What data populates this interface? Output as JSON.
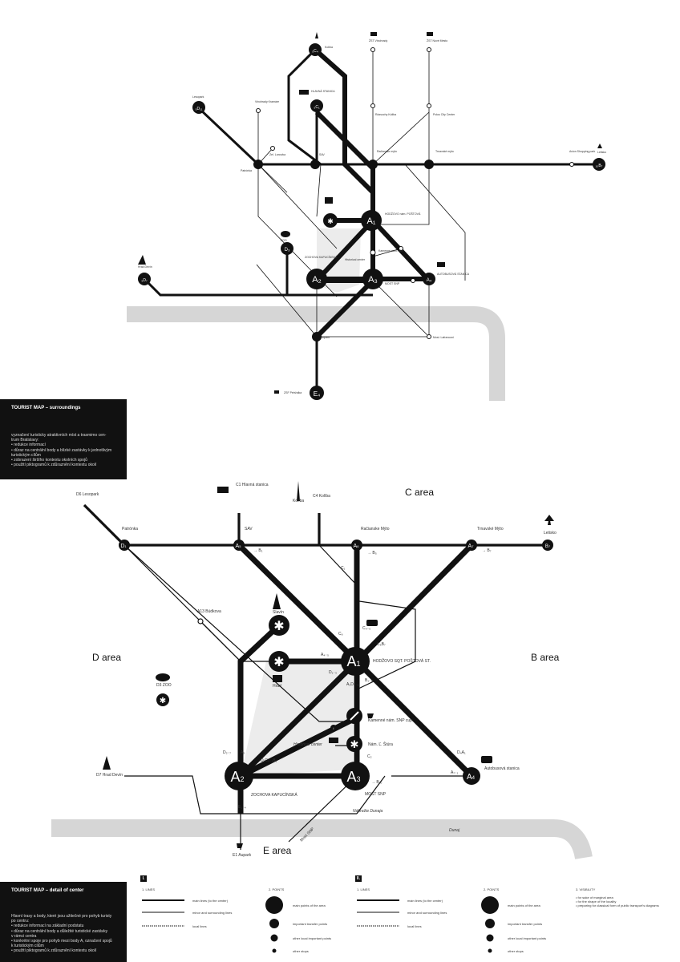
{
  "top_map": {
    "labels": {
      "c4": "Kolíba",
      "d11": "Lesopark",
      "c1_top": "HLAVNÁ STANICA",
      "wine": "Vinohrady Kramáre",
      "cable": "Zel. Lanovka",
      "patronka": "Patrónka",
      "sav": "SAV",
      "ra": "Račianske mýto",
      "tr": "Trnavské mýto",
      "b7": "Letisko",
      "d9": "ZOO",
      "d7": "Hrad Devín",
      "a1": "HODŽOVO nám. POŠTOVÁ",
      "a2": "ZOCHOVA KAPUCÍNSKÁ",
      "a3": "MOST SNP",
      "a4": "AUTOBUSOVÁ STANICA",
      "hist": "Historical center",
      "kam": "Kamenné nám. SNP",
      "e1": "Aupark",
      "e4": "ZSF Petržalka",
      "c6_top": "ŽST Vinohrady",
      "c5_top": "ŽST Nové Mesto",
      "c2": "Rázsochy Koliba",
      "c3": "Polus City Center",
      "e3": "Most. Lafranconi",
      "b4": "Avion Shopping park"
    }
  },
  "panel1": {
    "title": "TOURIST MAP – surroundings",
    "lines": [
      "vyznačení turisticky atraktivních míst a trasmimo cen-",
      "trum Bratislavy:",
      "• redukce informací",
      "• důraz na centrální body a blízké zastávky k jednotlivým",
      "  turistickým cílům",
      "• zobrazení širšího kontextu okolních spojů",
      "• použití piktogramů k zdůraznění kontextu okolí"
    ]
  },
  "panel2": {
    "title": "TOURIST MAP – detail of center",
    "lines": [
      "Hlavní trasy a body, které jsou užitečné pro pohyb turisty",
      "po centru:",
      "• redukce informací na základní podstatu",
      "• důraz na centrální body a důležité turistické zastávky",
      "  v rámci centra",
      "• konkrétní spoje pro pohyb mezi body A, označení spojů",
      "  k turistickým cílům",
      "• použití piktogramů k zdůraznění kontextu okolí"
    ]
  },
  "bottom_map": {
    "areas": {
      "c": "C area",
      "d": "D area",
      "b": "B area",
      "e": "E area"
    },
    "stations": {
      "a1": "A",
      "a2": "A",
      "a3": "A",
      "a4": "A",
      "a5": "A",
      "a6": "A",
      "a7": "A",
      "d1": "D",
      "b7": "B",
      "sub1": "1",
      "sub2": "2",
      "sub3": "3",
      "sub4": "4",
      "sub5": "5",
      "sub6": "6",
      "sub7": "7",
      "subB7": "7"
    },
    "labels": {
      "d6": "D6 Lesopark",
      "patronka": "Patrónka",
      "sav": "SAV",
      "ra": "Račianske Mýto",
      "tr": "Trnavské Mýto",
      "let": "Letisko",
      "c1": "C1 Hlavná stanica",
      "kolib": "C4 Kolíba",
      "kolib2": "Kolíba",
      "slavin": "Slavín",
      "a13": "A13 Búdkova",
      "zoo": "D3 ZOO",
      "hrad": "Hrad",
      "hist": "Historical center",
      "a1": "HODŽOVO SQT. POŠTOVÁ ST.",
      "a2": "ZOCHOVA KAPUCÍNSKÁ",
      "a3": "MOST SNP",
      "kam": "Kamenné nám. SNP cup",
      "nam": "Nám. Ľ. Štúra",
      "auto": "Autobusová stanica",
      "devin": "D7 Hrad Devín",
      "aupark": "E1 Aupark",
      "nab": "Nábrežie Dunaja",
      "dunaj": "Dunaj",
      "most": "Most SNP",
      "b1": "→ B₁",
      "b5": "→ B₅",
      "b7r": "→ B₇",
      "b10": "→ B₁₀",
      "cc": "C₁",
      "e2": "E₁₋₄",
      "a5l": "A₅",
      "c6": "C₄₋₆",
      "a4l": "A₄₋₅",
      "d13": "D₁₋₃",
      "d2": "D₂₋₇",
      "a1d": "A₂D₅₋₆",
      "cd": "C₆B₇",
      "bb": "B₁₋₅",
      "c5": "C₆",
      "d1m": "D₁C₆₋₁B₁",
      "d4": "D₄A₁",
      "c2": "C₂",
      "a7": "A₇₋₁"
    }
  },
  "legend": {
    "sec1": "I.",
    "sec2": "II.",
    "h_lines": "1. LINES",
    "h_points": "2. POINTS",
    "h_vis": "3. VISIBILITY",
    "l1": "main lines (to the center)",
    "l2": "minor and surrounding lines",
    "l3": "local lines",
    "p1": "main points of the area",
    "p2": "important transfer points",
    "p3": "other local important points",
    "p4": "other stops",
    "v1": "• for sake of marginal area",
    "v2": "• for the shape of the locality",
    "v3": "• preparing for classical form of public transport's diagrams"
  },
  "colors": {
    "line": "#111111",
    "river": "#d3d3d3",
    "hist": "#eeeeee",
    "panel": "#111111"
  }
}
